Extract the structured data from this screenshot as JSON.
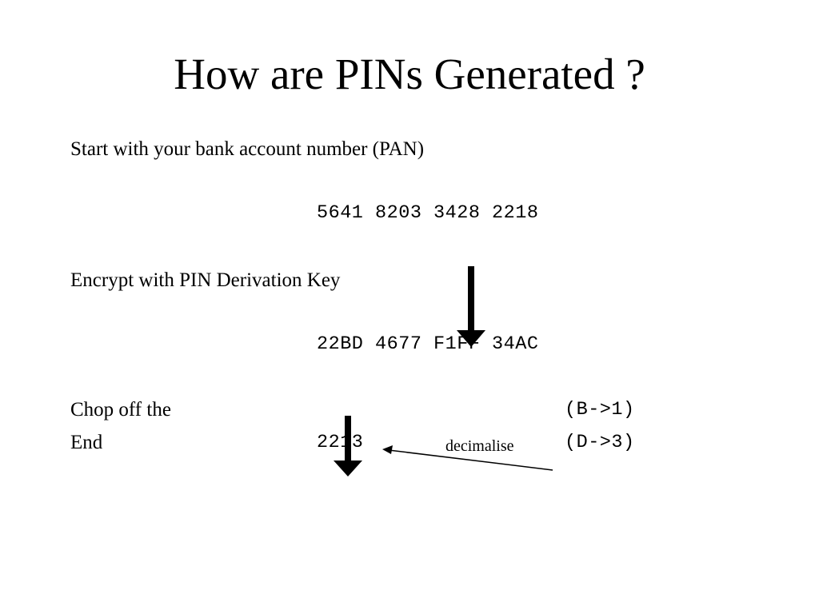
{
  "slide": {
    "title": "How are PINs Generated ?",
    "step1_text": "Start with your bank account number (PAN)",
    "pan_value": "5641 8203 3428 2218",
    "step2_text": "Encrypt with PIN Derivation Key",
    "encrypted_value": "22BD 4677 F1FF 34AC",
    "step3_line1": "Chop off the",
    "step3_line2": "End",
    "pin_result": "2213",
    "annotation": "decimalise",
    "mapping1": "(B->1)",
    "mapping2": "(D->3)"
  }
}
